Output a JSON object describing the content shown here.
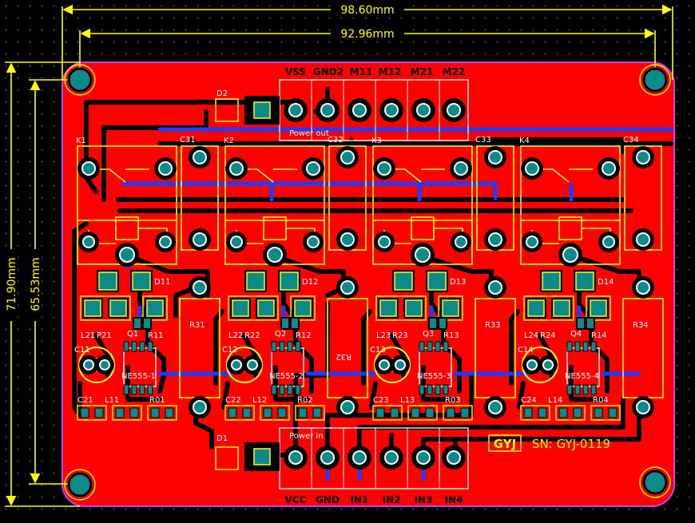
{
  "dimensions": {
    "outer_width": "98.60mm",
    "inner_width": "92.96mm",
    "outer_height": "71.90mm",
    "inner_height": "65.53mm"
  },
  "connectors": {
    "top_pins": [
      "VSS",
      "GND2",
      "M11",
      "M12",
      "M21",
      "M22"
    ],
    "top_label": "Power out",
    "bottom_pins": [
      "VCC",
      "GND",
      "IN1",
      "IN2",
      "IN3",
      "IN4"
    ],
    "bottom_label": "Power in"
  },
  "channels": [
    {
      "relay": "K1",
      "cap_big": "C31",
      "diode": "D11",
      "transistor": "Q1",
      "inductor_a": "L21",
      "res_a": "P21",
      "res_b": "R11",
      "res_big": "R31",
      "elec": "C11",
      "ic": "NE555-1",
      "cap_small": "C21",
      "inductor_b": "L11",
      "res_c": "R01"
    },
    {
      "relay": "K2",
      "cap_big": "C32",
      "diode": "D12",
      "transistor": "Q2",
      "inductor_a": "L22",
      "res_a": "R22",
      "res_b": "R12",
      "res_big": "R32",
      "elec": "C12",
      "ic": "NE555-2",
      "cap_small": "C22",
      "inductor_b": "L12",
      "res_c": "R02"
    },
    {
      "relay": "K3",
      "cap_big": "C33",
      "diode": "D13",
      "transistor": "Q3",
      "inductor_a": "L23",
      "res_a": "R23",
      "res_b": "R13",
      "res_big": "R33",
      "elec": "C13",
      "ic": "NE555-3",
      "cap_small": "C23",
      "inductor_b": "L13",
      "res_c": "R03"
    },
    {
      "relay": "K4",
      "cap_big": "C34",
      "diode": "D14",
      "transistor": "Q4",
      "inductor_a": "L24",
      "res_a": "R24",
      "res_b": "R14",
      "res_big": "R34",
      "elec": "C14",
      "ic": "NE555-4",
      "cap_small": "C24",
      "inductor_b": "L14",
      "res_c": "R04"
    }
  ],
  "misc": {
    "diode_top": "D2",
    "diode_bottom": "D1",
    "logo": "GYJ",
    "serial": "SN: GYJ-0119"
  },
  "colors": {
    "board": "#ff0000",
    "silkscreen": "#ffff00",
    "outline": "#c040ff",
    "pad": "#008b8b",
    "bottom_trace": "#1e3cff"
  }
}
